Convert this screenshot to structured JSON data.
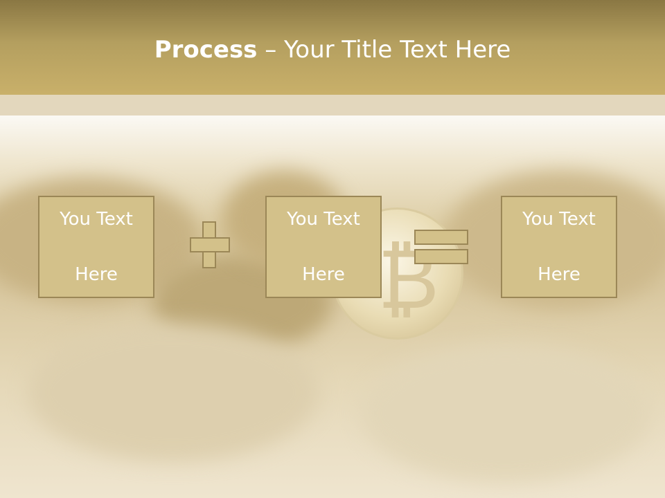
{
  "slide": {
    "title_bold": "Process",
    "title_rest": " – Your Title Text Here"
  },
  "process": {
    "boxes": [
      {
        "line1": "You Text",
        "line2": "Here"
      },
      {
        "line1": "You Text",
        "line2": "Here"
      },
      {
        "line1": "You Text",
        "line2": "Here"
      }
    ],
    "operators": [
      "plus-icon",
      "equals-icon"
    ]
  },
  "background": {
    "image": "bitcoin-coins-photo",
    "symbol": "₿"
  },
  "colors": {
    "header": "#b49f5f",
    "box_fill": "#d3c18a",
    "box_border": "#9b8757",
    "text": "#ffffff"
  }
}
